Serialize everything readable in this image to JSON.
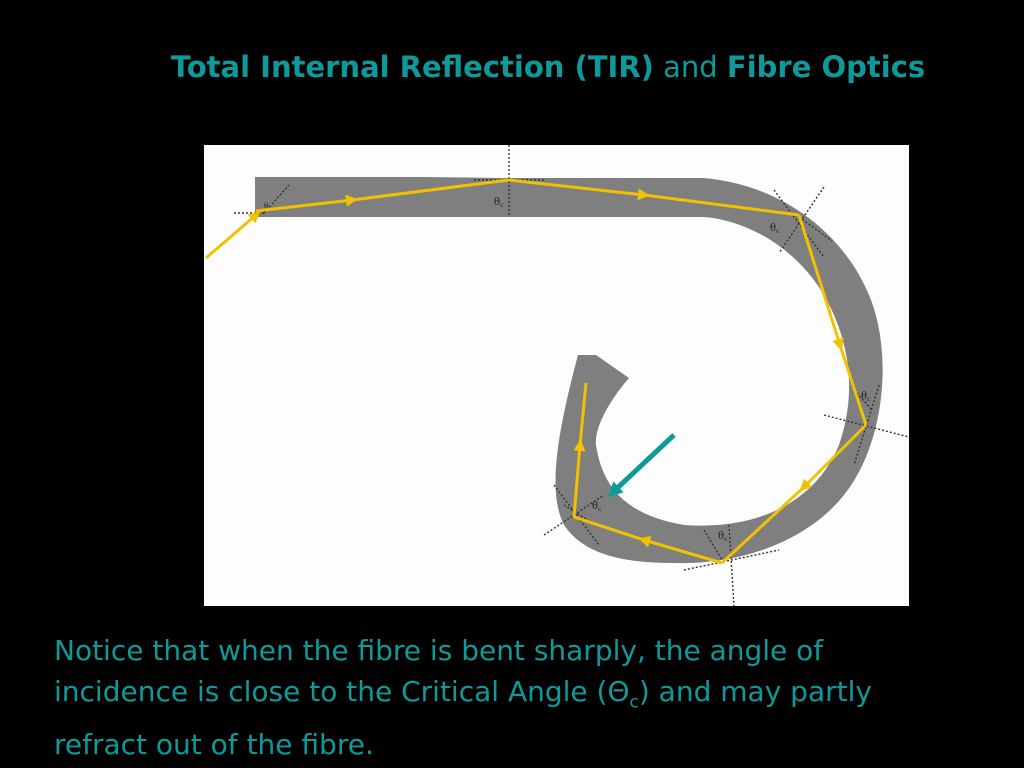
{
  "title": {
    "part1": "Total Internal Reflection (TIR)",
    "joiner": "and",
    "part2": "Fibre Optics"
  },
  "diagram": {
    "angle_symbol": "θ",
    "angle_subscript": "c",
    "first_angle_symbol": "θ",
    "colors": {
      "fibre": "#7f7f7f",
      "ray": "#f2c100",
      "pointer_arrow": "#0e9a9a",
      "background": "#fdfdfd"
    }
  },
  "note": {
    "line1": "Notice that when the fibre is bent sharply, the angle of",
    "line2_before": "incidence is close to the Critical Angle (",
    "symbol": "Θ",
    "subscript": "c",
    "line2_after": ") and may partly",
    "line3": "refract out of the fibre."
  }
}
